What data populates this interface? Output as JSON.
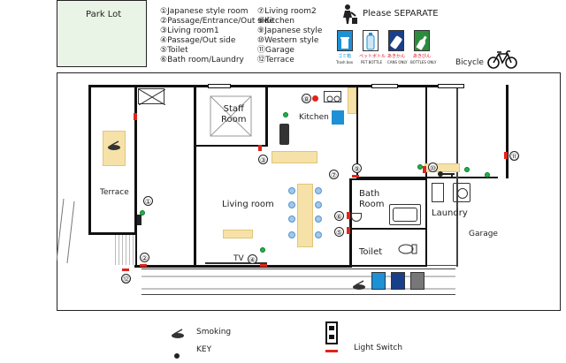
{
  "park_lot": "Park Lot",
  "legend_rooms": {
    "col1": [
      "①Japanese style room",
      "②Passage/Entrance/Out side",
      "③Living room1",
      "④Passage/Out side",
      "⑤Toilet",
      "⑥Bath room/Laundry"
    ],
    "col2": [
      "⑦Living room2",
      "⑧Kitchen",
      "⑨Japanese style",
      "⑩Western style",
      "⑪Garage",
      "⑫Terrace"
    ]
  },
  "separate": {
    "title": "Please SEPARATE",
    "bins": [
      {
        "label": "ゴミ箱",
        "sub": "Trash box",
        "color": "#1e90d6"
      },
      {
        "label": "ペットボトル",
        "sub": "PET BOTTLE",
        "color": "#ffffff"
      },
      {
        "label": "あきかん",
        "sub": "CANS ONLY",
        "color": "#1a3f8a"
      },
      {
        "label": "あきびん",
        "sub": "BOTTLES ONLY",
        "color": "#2e8b3e"
      }
    ]
  },
  "bicycle": "Bicycle",
  "rooms": {
    "staff_room": "Staff\nRoom",
    "kitchen": "Kitchen",
    "terrace": "Terrace",
    "living_room": "Living room",
    "tv": "TV",
    "bath_room": "Bath\nRoom",
    "toilet": "Toilet",
    "laundry": "Laundry",
    "garage": "Garage"
  },
  "numbers": {
    "n1": "①",
    "n2": "②",
    "n3": "③",
    "n4": "④",
    "n5": "⑤",
    "n6": "⑥",
    "n7": "⑦",
    "n8": "⑧",
    "n9": "⑨",
    "n10": "⑩",
    "n11": "⑪",
    "n12": "⑫"
  },
  "legend_bottom": {
    "smoking": "Smoking",
    "key": "KEY",
    "light_switch": "Light Switch"
  },
  "colors": {
    "light_switch": "#e0241b",
    "green_marker": "#1fb34a",
    "park_lot_fill": "#e9f4e6",
    "trash_blue": "#1e90d6"
  }
}
